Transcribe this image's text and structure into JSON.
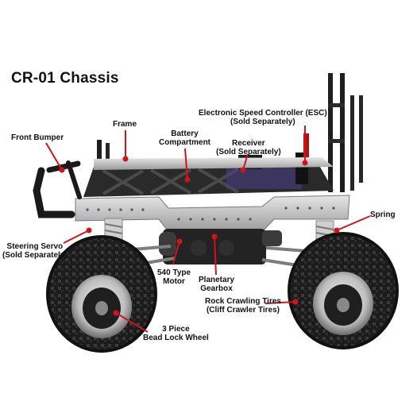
{
  "title": "CR-01 Chassis",
  "accent_color": "#d0141c",
  "labels": {
    "front_bumper": [
      "Front Bumper"
    ],
    "frame": [
      "Frame"
    ],
    "battery": [
      "Battery",
      "Compartment"
    ],
    "esc": [
      "Electronic Speed Controller (ESC)",
      "(Sold Separately)"
    ],
    "receiver": [
      "Receiver",
      "(Sold Separately)"
    ],
    "spring": [
      "Spring"
    ],
    "steering_servo": [
      "Steering Servo",
      "(Sold Separately)"
    ],
    "motor": [
      "540 Type",
      "Motor"
    ],
    "gearbox": [
      "Planetary",
      "Gearbox"
    ],
    "tires": [
      "Rock Crawling Tires",
      "(Cliff Crawler Tires)"
    ],
    "wheel": [
      "3 Piece",
      "Bead Lock Wheel"
    ]
  }
}
